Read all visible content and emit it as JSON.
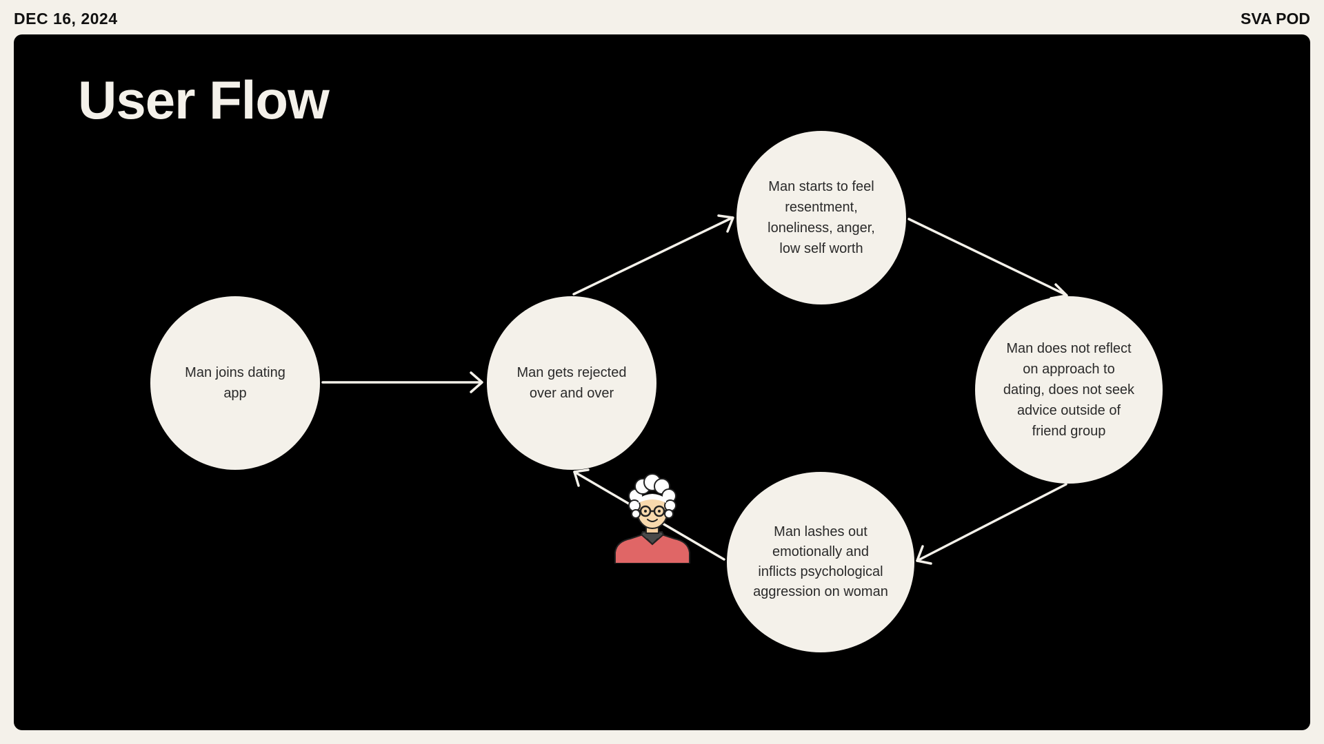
{
  "header": {
    "date": "DEC 16, 2024",
    "brand": "SVA POD"
  },
  "page": {
    "title": "User Flow"
  },
  "flow": {
    "nodes": [
      {
        "label": "Man joins dating app"
      },
      {
        "label": "Man gets rejected over and over"
      },
      {
        "label": "Man starts to feel resentment, loneliness, anger, low self worth"
      },
      {
        "label": "Man does not reflect on approach to dating, does not seek advice outside of friend group"
      },
      {
        "label": "Man lashes out emotionally and inflicts psychological aggression on woman"
      }
    ]
  },
  "icons": {
    "avatar": "person-with-glasses-icon",
    "arrow": "arrow-icon"
  },
  "colors": {
    "background": "#f4f1ea",
    "panel": "#000000",
    "node": "#f4f1ea",
    "arrow": "#f4f1ea",
    "avatar_shirt": "#e06666"
  }
}
